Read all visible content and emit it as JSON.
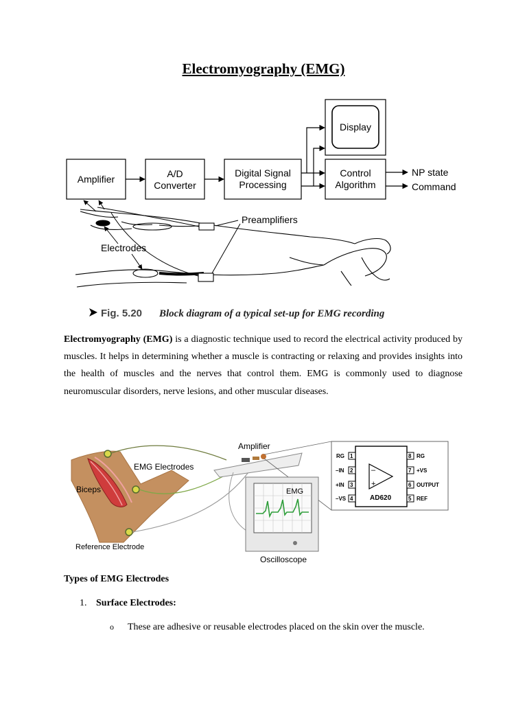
{
  "title": "Electromyography (EMG)",
  "figure1": {
    "blocks": {
      "amplifier": "Amplifier",
      "ad_line1": "A/D",
      "ad_line2": "Converter",
      "dsp_line1": "Digital Signal",
      "dsp_line2": "Processing",
      "control_line1": "Control",
      "control_line2": "Algorithm",
      "display": "Display"
    },
    "outputs": {
      "np_state": "NP state",
      "command": "Command"
    },
    "labels": {
      "preamplifiers": "Preamplifiers",
      "electrodes": "Electrodes"
    },
    "caption_number": "Fig. 5.20",
    "caption_text": "Block diagram of a typical set-up for EMG recording"
  },
  "paragraph": {
    "bold_term": "Electromyography (EMG)",
    "text": " is a diagnostic technique used to record the electrical activity produced by muscles. It helps in determining whether a muscle is contracting or relaxing and provides insights into the health of muscles and the nerves that control them. EMG is commonly used to diagnose neuromuscular disorders, nerve lesions, and other muscular diseases."
  },
  "figure2": {
    "amplifier": "Amplifier",
    "emg_electrodes": "EMG Electrodes",
    "biceps": "Biceps",
    "reference_electrode": "Reference Electrode",
    "oscilloscope": "Oscilloscope",
    "screen_label": "EMG",
    "chip_name": "AD620",
    "pins_left": [
      {
        "name": "RG",
        "num": "1"
      },
      {
        "name": "–IN",
        "num": "2"
      },
      {
        "name": "+IN",
        "num": "3"
      },
      {
        "name": "–VS",
        "num": "4"
      }
    ],
    "pins_right": [
      {
        "name": "RG",
        "num": "8"
      },
      {
        "name": "+VS",
        "num": "7"
      },
      {
        "name": "OUTPUT",
        "num": "6"
      },
      {
        "name": "REF",
        "num": "5"
      }
    ],
    "opamp_minus": "–",
    "opamp_plus": "+"
  },
  "section_heading": "Types of EMG Electrodes",
  "list": [
    {
      "number": "1.",
      "label": "Surface Electrodes:",
      "bullet": "o",
      "sub": "These are adhesive or reusable electrodes placed on the skin over the muscle."
    }
  ]
}
